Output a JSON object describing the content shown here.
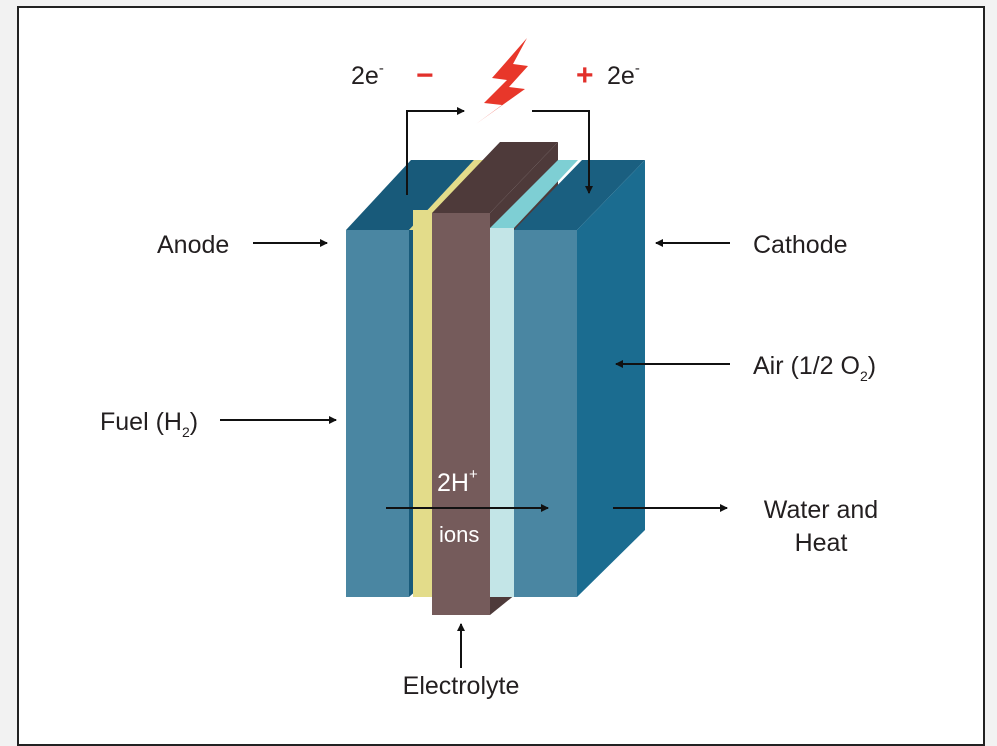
{
  "labels": {
    "electron": "2e",
    "electron_sup": "-",
    "minus": "−",
    "plus": "+",
    "anode": "Anode",
    "cathode": "Cathode",
    "air_pre": "Air (1/2 O",
    "air_sub": "2",
    "air_post": ")",
    "fuel_pre": "Fuel (H",
    "fuel_sub": "2",
    "fuel_post": ")",
    "ion": "2H",
    "ion_sup": "+",
    "ions": "ions",
    "water_line1": "Water and",
    "water_line2": "Heat",
    "electrolyte": "Electrolyte"
  },
  "colors": {
    "anode_front": "#4a86a2",
    "anode_top": "#185a7a",
    "catalyst_anode": "#e3dc8a",
    "electrolyte_front": "#755b5b",
    "electrolyte_top": "#4e3a3a",
    "catalyst_cathode": "#c3e5e7",
    "catalyst_cathode_top": "#7ecfd4",
    "cathode_front": "#4a86a2",
    "cathode_side": "#1b6c90",
    "cathode_top": "#1a5f80",
    "polarity": "#e2302b",
    "lightning": "#e8372a",
    "arrow": "#111111"
  },
  "icons": [
    "lightning-bolt-icon"
  ]
}
